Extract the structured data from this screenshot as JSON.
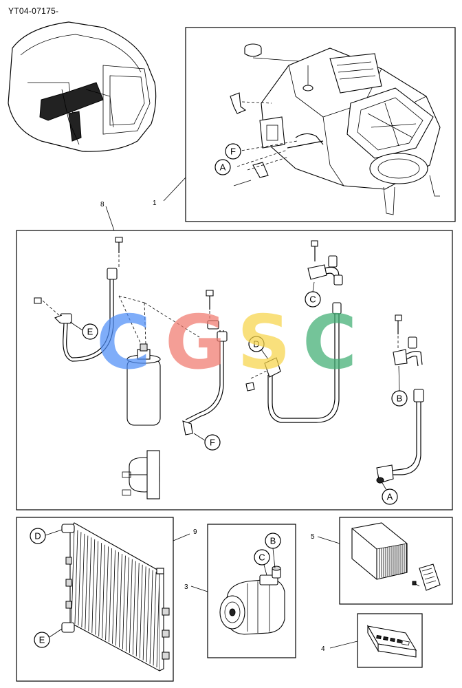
{
  "document": {
    "code": "YT04-07175-"
  },
  "watermark": {
    "letters": [
      {
        "char": "C",
        "color": "#4f8ef7"
      },
      {
        "char": "G",
        "color": "#f07a6e"
      },
      {
        "char": "S",
        "color": "#f7d54a"
      },
      {
        "char": "C",
        "color": "#3fae73"
      }
    ]
  },
  "part_numbers": {
    "p1": "1",
    "p3": "3",
    "p4": "4",
    "p5": "5",
    "p8": "8",
    "p9": "9"
  },
  "callouts": {
    "heater_F": "F",
    "heater_A": "A",
    "hose_C": "C",
    "hose_E": "E",
    "hose_D": "D",
    "hose_B": "B",
    "hose_F": "F",
    "hose_A": "A",
    "cond_D": "D",
    "cond_E": "E",
    "comp_B": "B",
    "comp_C": "C"
  }
}
